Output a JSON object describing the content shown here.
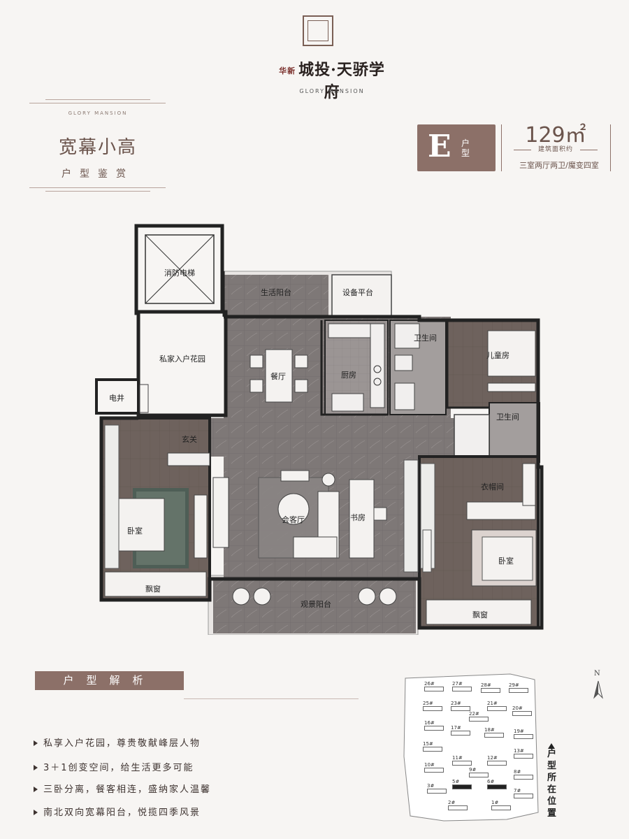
{
  "logo": {
    "brand_prefix": "华新",
    "name": "城投·天骄学府",
    "subtitle": "GLORY MANSION"
  },
  "title_block": {
    "en": "GLORY MANSION",
    "main": "宽幕小高",
    "sub": "户型鉴赏"
  },
  "unit": {
    "letter": "E",
    "type_label": "户型",
    "area_value": "129㎡",
    "area_label": "建筑面积约",
    "rooms": "三室两厅两卫/魔变四室"
  },
  "rooms": {
    "fire_elevator": "消防电梯",
    "service_balcony": "生活阳台",
    "equipment_platform": "设备平台",
    "entry_garden": "私家入户花园",
    "electric_shaft": "电井",
    "dining": "餐厅",
    "kitchen": "厨房",
    "bathroom_1": "卫生间",
    "kids_room": "儿童房",
    "bathroom_2": "卫生间",
    "foyer": "玄关",
    "bedroom_left": "卧室",
    "bay_window_left": "飘窗",
    "living_room": "会客厅",
    "study": "书房",
    "cloakroom": "衣帽间",
    "bedroom_right": "卧室",
    "bay_window_right": "飘窗",
    "view_balcony": "观景阳台"
  },
  "analysis": {
    "title": "户型解析",
    "points": [
      "私享入户花园，尊贵敬献峰层人物",
      "3＋1创变空间，给生活更多可能",
      "三卧分离，餐客相连，盛纳家人温馨",
      "南北双向宽幕阳台，悦揽四季风景"
    ]
  },
  "site_map": {
    "label": "户型所在位置",
    "compass": "N",
    "buildings": [
      "26#",
      "27#",
      "28#",
      "29#",
      "25#",
      "23#",
      "21#",
      "22#",
      "20#",
      "16#",
      "17#",
      "18#",
      "19#",
      "15#",
      "13#",
      "10#",
      "11#",
      "12#",
      "9#",
      "8#",
      "5#",
      "6#",
      "3#",
      "7#",
      "2#",
      "1#"
    ]
  },
  "colors": {
    "accent": "#8c7068",
    "floor_tile": "#7d7776",
    "wood_floor": "#6e625d",
    "background": "#f7f5f3"
  }
}
